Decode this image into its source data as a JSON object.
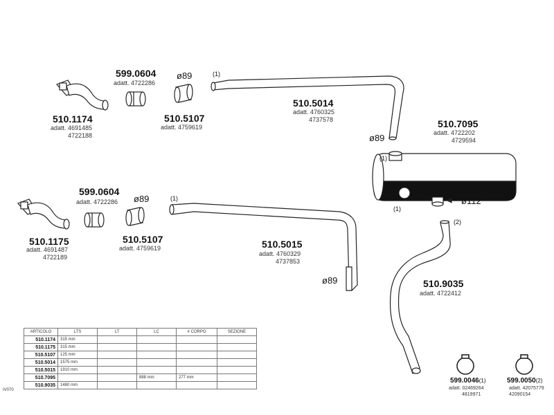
{
  "parts": {
    "clamp_upper": {
      "code": "599.0604",
      "adatt": "adatt. 4722286"
    },
    "dia_upper": "ø89",
    "note_upper": "(1)",
    "manifold_upper": {
      "code": "510.1174",
      "adatt1": "adatt. 4691485",
      "adatt2": "4722188"
    },
    "sleeve_upper": {
      "code": "510.5107",
      "adatt": "adatt. 4759619"
    },
    "pipe_upper": {
      "code": "510.5014",
      "adatt1": "adatt. 4760325",
      "adatt2": "4737578"
    },
    "dia_pipe_upper": "ø89",
    "muffler": {
      "code": "510.7095",
      "adatt1": "adatt. 4722202",
      "adatt2": "4729594"
    },
    "muffler_note_top": "(1)",
    "muffler_note_bottom": "(1)",
    "muffler_outlet": "ø112",
    "clamp_lower": {
      "code": "599.0604",
      "adatt": "adatt. 4722286"
    },
    "dia_lower": "ø89",
    "note_lower": "(1)",
    "manifold_lower": {
      "code": "510.1175",
      "adatt1": "adatt. 4691487",
      "adatt2": "4722189"
    },
    "sleeve_lower": {
      "code": "510.5107",
      "adatt": "adatt. 4759619"
    },
    "pipe_lower": {
      "code": "510.5015",
      "adatt1": "adatt. 4760329",
      "adatt2": "4737853"
    },
    "dia_pipe_lower": "ø89",
    "tail": {
      "code": "510.9035",
      "adatt": "adatt. 4722412"
    },
    "tail_note": "(2)",
    "clip1": {
      "code": "599.0046",
      "suffix": "(1)",
      "adatt1": "adatt. 02469264",
      "adatt2": "4819971"
    },
    "clip2": {
      "code": "599.0050",
      "suffix": "(2)",
      "adatt1": "adatt. 42075779",
      "adatt2": "42090154"
    }
  },
  "table": {
    "headers": [
      "ARTICOLO",
      "LTS",
      "LT",
      "LC",
      "# CORPO",
      "SEZIONE"
    ],
    "rows": [
      [
        "510.1174",
        "315  mm",
        "",
        "",
        "",
        ""
      ],
      [
        "510.1175",
        "315  mm",
        "",
        "",
        "",
        ""
      ],
      [
        "510.5107",
        "125  mm",
        "",
        "",
        "",
        ""
      ],
      [
        "510.5014",
        "1575  mm",
        "",
        "",
        "",
        ""
      ],
      [
        "510.5015",
        "1910  mm",
        "",
        "",
        "",
        ""
      ],
      [
        "510.7095",
        "",
        "",
        "888  mm",
        "277  mm",
        ""
      ],
      [
        "510.9035",
        "1480  mm",
        "",
        "",
        "",
        ""
      ]
    ],
    "side_code": "IV070"
  }
}
